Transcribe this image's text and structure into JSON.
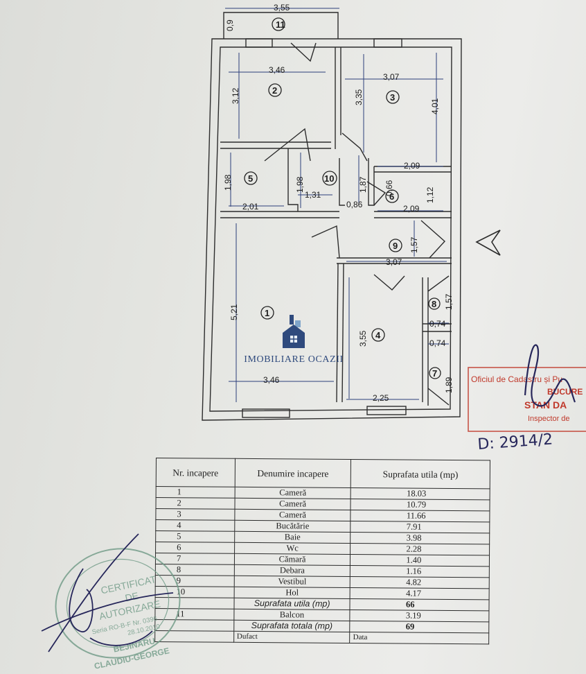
{
  "plan": {
    "dims": {
      "balcony_width": "3,55",
      "balcony_depth": "0,9",
      "r2_width": "3,46",
      "r2_height": "3,12",
      "r3_width": "3,07",
      "r3_height_left": "3,35",
      "r3_height_right": "4,01",
      "r3_bottom": "2,09",
      "r5_height": "1,98",
      "r5_width": "2,01",
      "r10_height": "1,98",
      "r10_width": "1,31",
      "corr_height": "1,87",
      "corr_width": "0,86",
      "r6_top": "0,66",
      "r6_height": "1,12",
      "r6_width": "2,09",
      "r9_height": "1,57",
      "r9_width": "3,07",
      "r1_height": "5,21",
      "r1_width": "3,46",
      "r4_height": "3,55",
      "r4_width": "2,25",
      "r8_height": "1,57",
      "r8_width": "0,74",
      "r7_width": "0,74",
      "r7_height": "1,89"
    },
    "room_numbers": [
      "1",
      "2",
      "3",
      "4",
      "5",
      "6",
      "7",
      "8",
      "9",
      "10",
      "11"
    ]
  },
  "logo": {
    "name": "IMOBILIARE OCAZII",
    "icon": "house-building-icon"
  },
  "table": {
    "headers": [
      "Nr. incapere",
      "Denumire incapere",
      "Suprafata utila (mp)"
    ],
    "rows": [
      {
        "nr": "1",
        "name": "Cameră",
        "area": "18.03"
      },
      {
        "nr": "2",
        "name": "Cameră",
        "area": "10.79"
      },
      {
        "nr": "3",
        "name": "Cameră",
        "area": "11.66"
      },
      {
        "nr": "4",
        "name": "Bucătărie",
        "area": "7.91"
      },
      {
        "nr": "5",
        "name": "Baie",
        "area": "3.98"
      },
      {
        "nr": "6",
        "name": "Wc",
        "area": "2.28"
      },
      {
        "nr": "7",
        "name": "Cămară",
        "area": "1.40"
      },
      {
        "nr": "8",
        "name": "Debara",
        "area": "1.16"
      },
      {
        "nr": "9",
        "name": "Vestibul",
        "area": "4.82"
      },
      {
        "nr": "10",
        "name": "Hol",
        "area": "4.17"
      }
    ],
    "util_label": "Suprafata utila (mp)",
    "util_value": "66",
    "balcony": {
      "nr": "11",
      "name": "Balcon",
      "area": "3.19"
    },
    "total_label": "Suprafata totala (mp)",
    "total_value": "69",
    "footer_partial": "Dufact",
    "footer_partial_right": "Data"
  },
  "stamps": {
    "cadastru_line1": "Oficiul de Cadastru și Pu",
    "cadastru_line2": "BUCURE",
    "cadastru_line3": "STAN DA",
    "cadastru_line4": "Inspector de",
    "handwritten_date": "D: 2914/2",
    "cert_line1": "CERTIFICAT",
    "cert_line2": "DE",
    "cert_line3": "AUTORIZARE",
    "cert_line4": "Seria RO-B-F Nr. 0396",
    "cert_line5": "28.10.2010",
    "cert_line6": "BEJINARU",
    "cert_line7": "CLAUDIU-GEORGE",
    "colors": {
      "stamp_red": "#c0392b",
      "stamp_green": "#6f9a86",
      "ink_blue": "#26265a",
      "logo_blue": "#2f4a7d"
    }
  }
}
